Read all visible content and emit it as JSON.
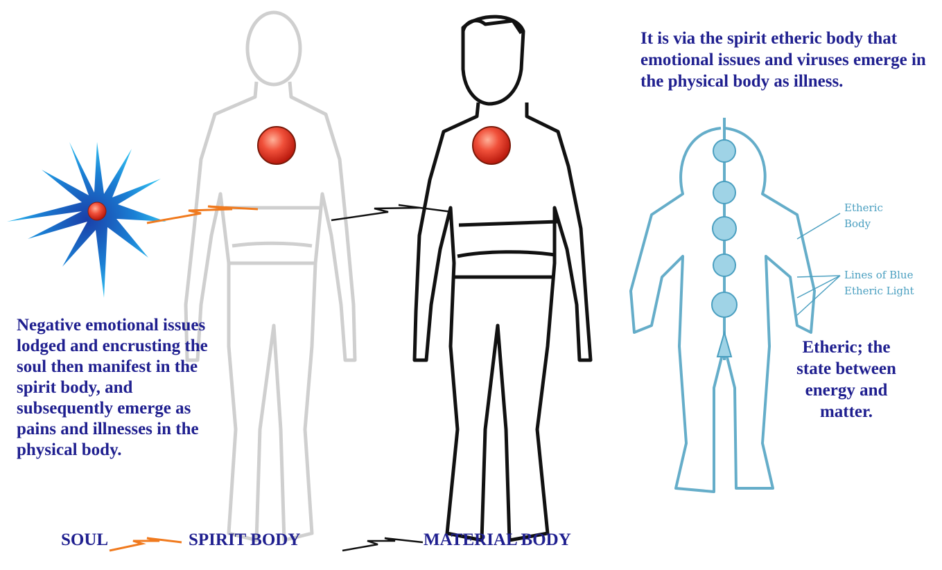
{
  "text_left": "Negative emotional issues lodged and encrusting the soul then manifest in the spirit body, and subsequently emerge as pains and illnesses in the physical body.",
  "text_top": "It is via the spirit etheric body that emotional issues and viruses emerge in the physical body as illness.",
  "text_etheric": "Etheric; the state between energy and matter.",
  "bottom": {
    "soul": "SOUL",
    "spirit": "SPIRIT BODY",
    "material": "MATERIAL BODY"
  },
  "annotations": {
    "etheric_body": "Etheric Body",
    "lines": "Lines of Blue Etheric Light"
  },
  "colors": {
    "text": "#1f1f8f",
    "orb": "#e8412a",
    "bolt_orange": "#f07a1e",
    "etheric": "#4a9fc0",
    "spirit_figure": "#cfcfcf",
    "star": "#1a7fd4"
  },
  "icons": [
    "starburst-icon",
    "lightning-bolt-icon",
    "heart-orb-icon"
  ]
}
